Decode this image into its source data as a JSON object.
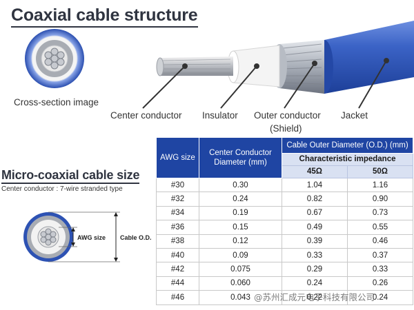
{
  "title": "Coaxial cable structure",
  "labels": {
    "cross_section": "Cross-section image",
    "center_conductor": "Center conductor",
    "insulator": "Insulator",
    "outer_conductor": "Outer conductor",
    "shield": "(Shield)",
    "jacket": "Jacket"
  },
  "micro": {
    "title": "Micro-coaxial cable size",
    "note": "Center conductor : 7-wire stranded type",
    "awg_size_label": "AWG size",
    "cable_od_label": "Cable O.D."
  },
  "table": {
    "header_awg": "AWG size",
    "header_center": "Center Conductor Diameter (mm)",
    "header_od": "Cable Outer Diameter (O.D.) (mm)",
    "header_impedance": "Characteristic impedance",
    "header_45": "45Ω",
    "header_50": "50Ω",
    "rows": [
      [
        "#30",
        "0.30",
        "1.04",
        "1.16"
      ],
      [
        "#32",
        "0.24",
        "0.82",
        "0.90"
      ],
      [
        "#34",
        "0.19",
        "0.67",
        "0.73"
      ],
      [
        "#36",
        "0.15",
        "0.49",
        "0.55"
      ],
      [
        "#38",
        "0.12",
        "0.39",
        "0.46"
      ],
      [
        "#40",
        "0.09",
        "0.33",
        "0.37"
      ],
      [
        "#42",
        "0.075",
        "0.29",
        "0.33"
      ],
      [
        "#44",
        "0.060",
        "0.24",
        "0.26"
      ],
      [
        "#46",
        "0.043",
        "0.22",
        "0.24"
      ]
    ]
  },
  "watermark": "@苏州汇成元电子科技有限公司",
  "colors": {
    "jacket": "#2e56b8",
    "table_header": "#1f45a3",
    "subheader": "#d9e1f2",
    "title_text": "#2f3440"
  }
}
